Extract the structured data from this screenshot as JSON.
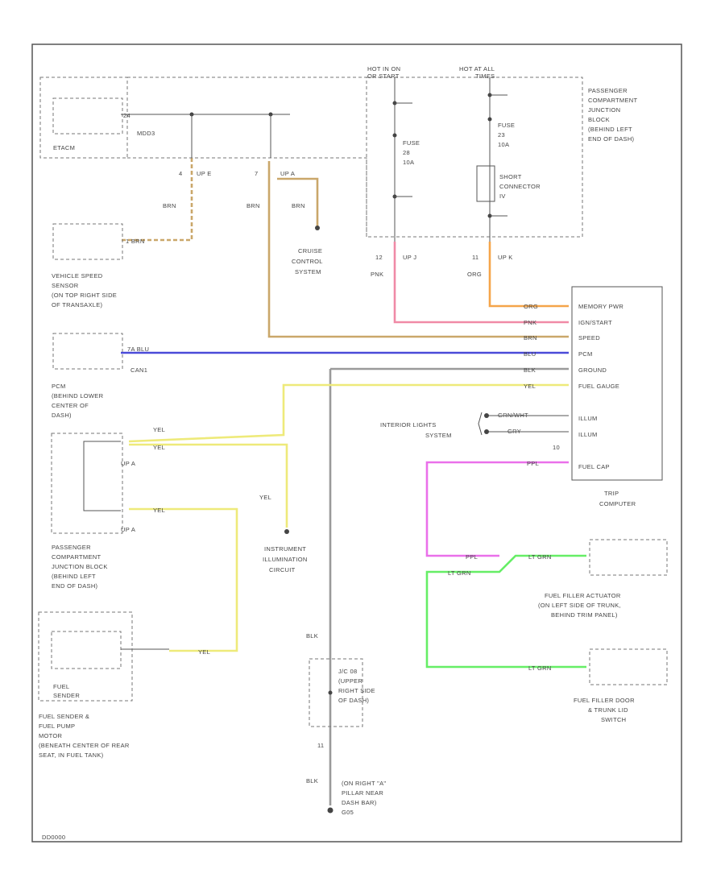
{
  "colors": {
    "orange": "#f5a54a",
    "pink": "#f08aa6",
    "tan": "#caa76a",
    "blue": "#4a4ad8",
    "gray": "#9a9a9a",
    "yellow": "#eeea7a",
    "magenta": "#ea70ea",
    "green": "#66ee66"
  },
  "power": {
    "hot_run_start": [
      "HOT IN ON",
      "OR START"
    ],
    "hot_all_times": [
      "HOT AT ALL",
      "TIMES"
    ],
    "fuse_left": [
      "FUSE",
      "28",
      "10A"
    ],
    "fuse_right": [
      "FUSE",
      "23",
      "10A"
    ],
    "short_connector": [
      "SHORT",
      "CONNECTOR",
      "IV"
    ],
    "pin_left": "12",
    "conn_left": "UP J",
    "pin_right": "11",
    "conn_right": "UP K",
    "wire_pnk": "PNK",
    "wire_org": "ORG"
  },
  "pcjb_top": [
    "PASSENGER",
    "COMPARTMENT",
    "JUNCTION",
    "BLOCK",
    "(BEHIND LEFT",
    "END OF DASH)"
  ],
  "etacm": {
    "name": "ETACM",
    "pin": "24",
    "signal": "MDD3",
    "pin_a": "4",
    "conn_a": "UP E",
    "pin_b": "7",
    "conn_b": "UP A",
    "wire_a": "BRN",
    "wire_b": "BRN",
    "wire_c": "BRN"
  },
  "cruise": [
    "CRUISE",
    "CONTROL",
    "SYSTEM"
  ],
  "vss": {
    "pin_wire": "1  BRN",
    "label": [
      "VEHICLE SPEED",
      "SENSOR",
      "(ON TOP RIGHT SIDE",
      "OF TRANSAXLE)"
    ]
  },
  "pcm": {
    "wire": "7A  BLU",
    "signal": "CAN1",
    "label": [
      "PCM",
      "(BEHIND LOWER",
      "CENTER OF",
      "DASH)"
    ]
  },
  "trip": {
    "label": [
      "TRIP",
      "COMPUTER"
    ],
    "wires": [
      "ORG",
      "PNK",
      "BRN",
      "BLU",
      "BLK",
      "YEL"
    ],
    "pins": [
      "MEMORY PWR",
      "IGN/START",
      "SPEED",
      "PCM",
      "GROUND",
      "FUEL GAUGE",
      "ILLUM",
      "ILLUM",
      "FUEL CAP"
    ],
    "illum_wires": [
      "GRN/WHT",
      "GRY"
    ],
    "pin_num": "10",
    "fuel_cap_wire": "PPL"
  },
  "interior": [
    "INTERIOR LIGHTS",
    "SYSTEM"
  ],
  "pcjb_mid": {
    "conn1": "UP A",
    "conn2": "UP A",
    "wire1": "YEL",
    "wire2": "YEL",
    "wire3": "YEL",
    "wire4": "YEL",
    "label": [
      "PASSENGER",
      "COMPARTMENT",
      "JUNCTION BLOCK",
      "(BEHIND LEFT",
      "END OF DASH)"
    ]
  },
  "illum": [
    "INSTRUMENT",
    "ILLUMINATION",
    "CIRCUIT"
  ],
  "fuel_sender": {
    "inner": [
      "FUEL",
      "SENDER"
    ],
    "wire": "YEL",
    "label": [
      "FUEL SENDER &",
      "FUEL PUMP",
      "MOTOR",
      "(BENEATH CENTER OF REAR",
      "SEAT, IN FUEL TANK)"
    ]
  },
  "j_c08": {
    "wire_top": "BLK",
    "label": [
      "J/C 08",
      "(UPPER",
      "RIGHT SIDE",
      "OF DASH)"
    ],
    "pin": "11",
    "wire_bot": "BLK",
    "ground": [
      "(ON RIGHT \"A\"",
      "PILLAR NEAR",
      "DASH BAR)",
      "G05"
    ]
  },
  "fuel_filler": {
    "ppl": "PPL",
    "ltgrn1": "LT GRN",
    "ltgrn2": "LT GRN",
    "ltgrn3": "LT GRN",
    "actuator": [
      "FUEL FILLER ACTUATOR",
      "(ON LEFT SIDE OF TRUNK,",
      "BEHIND TRIM PANEL)"
    ],
    "door_switch": [
      "FUEL FILLER DOOR",
      "& TRUNK LID",
      "SWITCH"
    ]
  },
  "footer": "DD0000"
}
